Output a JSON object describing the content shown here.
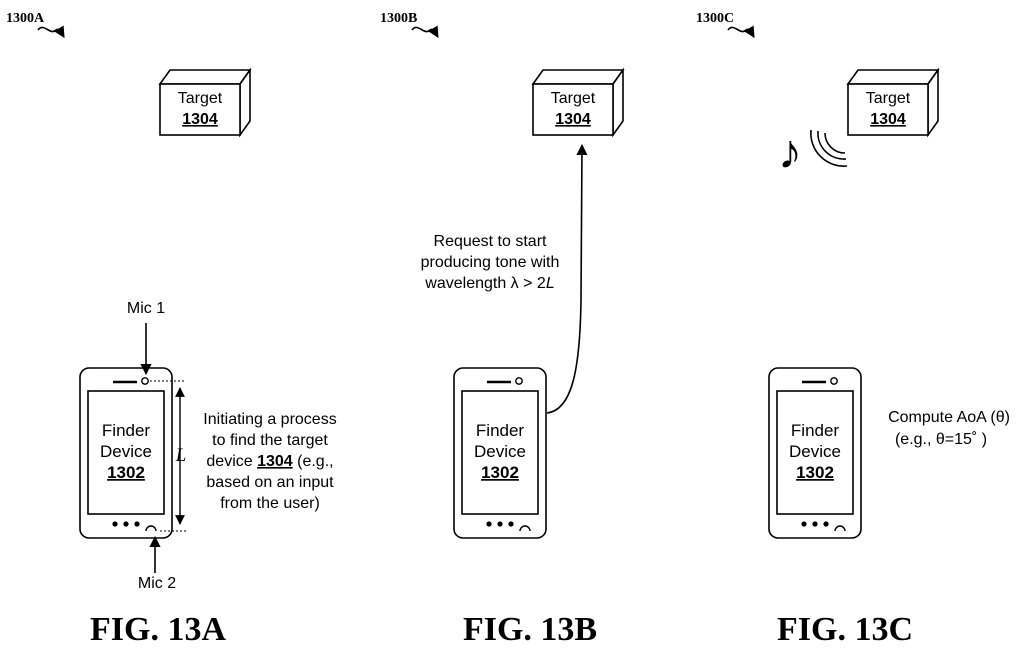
{
  "panels": [
    {
      "ref": "1300A",
      "target": {
        "label": "Target",
        "number": "1304"
      },
      "device": {
        "line1": "Finder",
        "line2": "Device",
        "number": "1302"
      },
      "figure": "FIG. 13A",
      "mic1": "Mic 1",
      "mic2": "Mic 2",
      "length_symbol": "L",
      "note": {
        "line1": "Initiating a process",
        "line2": "to find the target",
        "line3_prefix": "device ",
        "line3_number": "1304",
        "line3_suffix": " (e.g.,",
        "line4": "based on an input",
        "line5": "from the user)"
      }
    },
    {
      "ref": "1300B",
      "target": {
        "label": "Target",
        "number": "1304"
      },
      "device": {
        "line1": "Finder",
        "line2": "Device",
        "number": "1302"
      },
      "figure": "FIG. 13B",
      "request": {
        "line1": "Request to start",
        "line2": "producing tone with",
        "line3_prefix": "wavelength λ > 2",
        "line3_symbol": "L"
      }
    },
    {
      "ref": "1300C",
      "target": {
        "label": "Target",
        "number": "1304"
      },
      "device": {
        "line1": "Finder",
        "line2": "Device",
        "number": "1302"
      },
      "figure": "FIG. 13C",
      "music_note": "♪",
      "compute": {
        "line1": "Compute AoA (θ)",
        "line2": "(e.g., θ=15˚ )"
      }
    }
  ]
}
